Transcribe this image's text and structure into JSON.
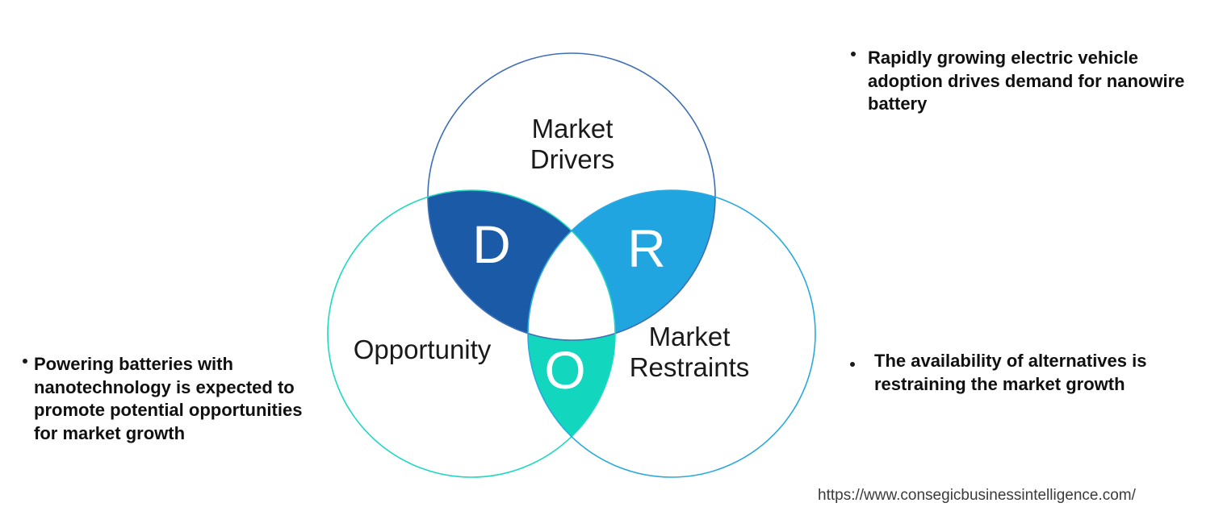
{
  "venn": {
    "drivers": {
      "label": "Market Drivers",
      "letter": "D",
      "outline_color": "#3D6FB6",
      "fill_color": "#1B5AA6"
    },
    "opportunity": {
      "label": "Opportunity",
      "letter": "O",
      "outline_color": "#1FD8C1",
      "fill_color": "#12D6BE"
    },
    "restraints": {
      "label": "Market Restraints",
      "letter": "R",
      "outline_color": "#29A9E1",
      "fill_color": "#21A5E1"
    },
    "center_fill": "#FFFFFF"
  },
  "bullets": {
    "drivers": {
      "lines": [
        "Rapidly growing electric vehicle",
        "adoption drives demand for nanowire",
        "battery"
      ]
    },
    "opportunity": {
      "lines": [
        "Powering batteries with",
        "nanotechnology is expected to",
        "promote potential opportunities",
        "for market growth"
      ]
    },
    "restraints": {
      "lines": [
        "The availability of alternatives is",
        "restraining the market growth"
      ]
    }
  },
  "footer": {
    "url": "https://www.consegicbusinessintelligence.com/"
  }
}
